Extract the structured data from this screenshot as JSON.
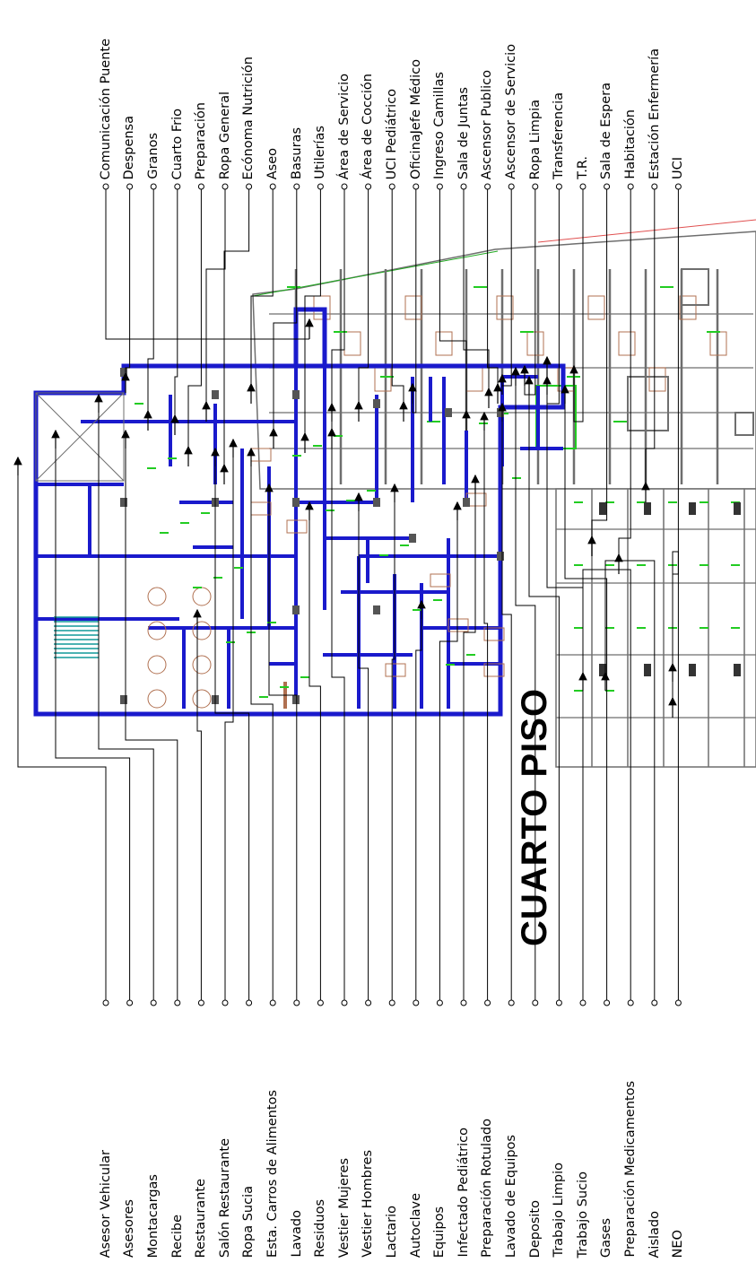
{
  "title": "CUARTO PISO",
  "labels_top": [
    "Comunicación Puente",
    "Despensa",
    "Granos",
    "Cuarto Frio",
    "Preparación",
    "Ropa General",
    "Ecónoma Nutrición",
    "Aseo",
    "Basuras",
    "Utilerías",
    "Área de Servicio",
    "Área de Cocción",
    "UCI Pediátrico",
    "OficinaJefe Médico",
    "Ingreso Camillas",
    "Sala de Juntas",
    "Ascensor Publico",
    "Ascensor de Servicio",
    "Ropa Limpia",
    "Transferencia",
    "T.R.",
    "Sala de Espera",
    "Habitación",
    "Estación Enfermería",
    "UCI"
  ],
  "labels_bottom": [
    "Asesor Vehicular",
    "Asesores",
    "Montacargas",
    "Recibe",
    "Restaurante",
    "Salón Restaurante",
    "Ropa Sucia",
    "Esta. Carros de Alimentos",
    "Lavado",
    "Residuos",
    "Vestier Mujeres",
    "Vestier Hombres",
    "Lactario",
    "Autoclave",
    "Equipos",
    "Infectado Pediátrico",
    "Preparación Rotulado",
    "Lavado de Equipos",
    "Deposito",
    "Trabajo Limpio",
    "Trabajo Sucio",
    "Gases",
    "Preparación Medicamentos",
    "Aislado",
    "NEO"
  ],
  "colors": {
    "wall_blue": "#1a1acc",
    "door_green": "#22cc22",
    "furniture_brown": "#b07050",
    "existing_gray": "#6e6e6e"
  }
}
